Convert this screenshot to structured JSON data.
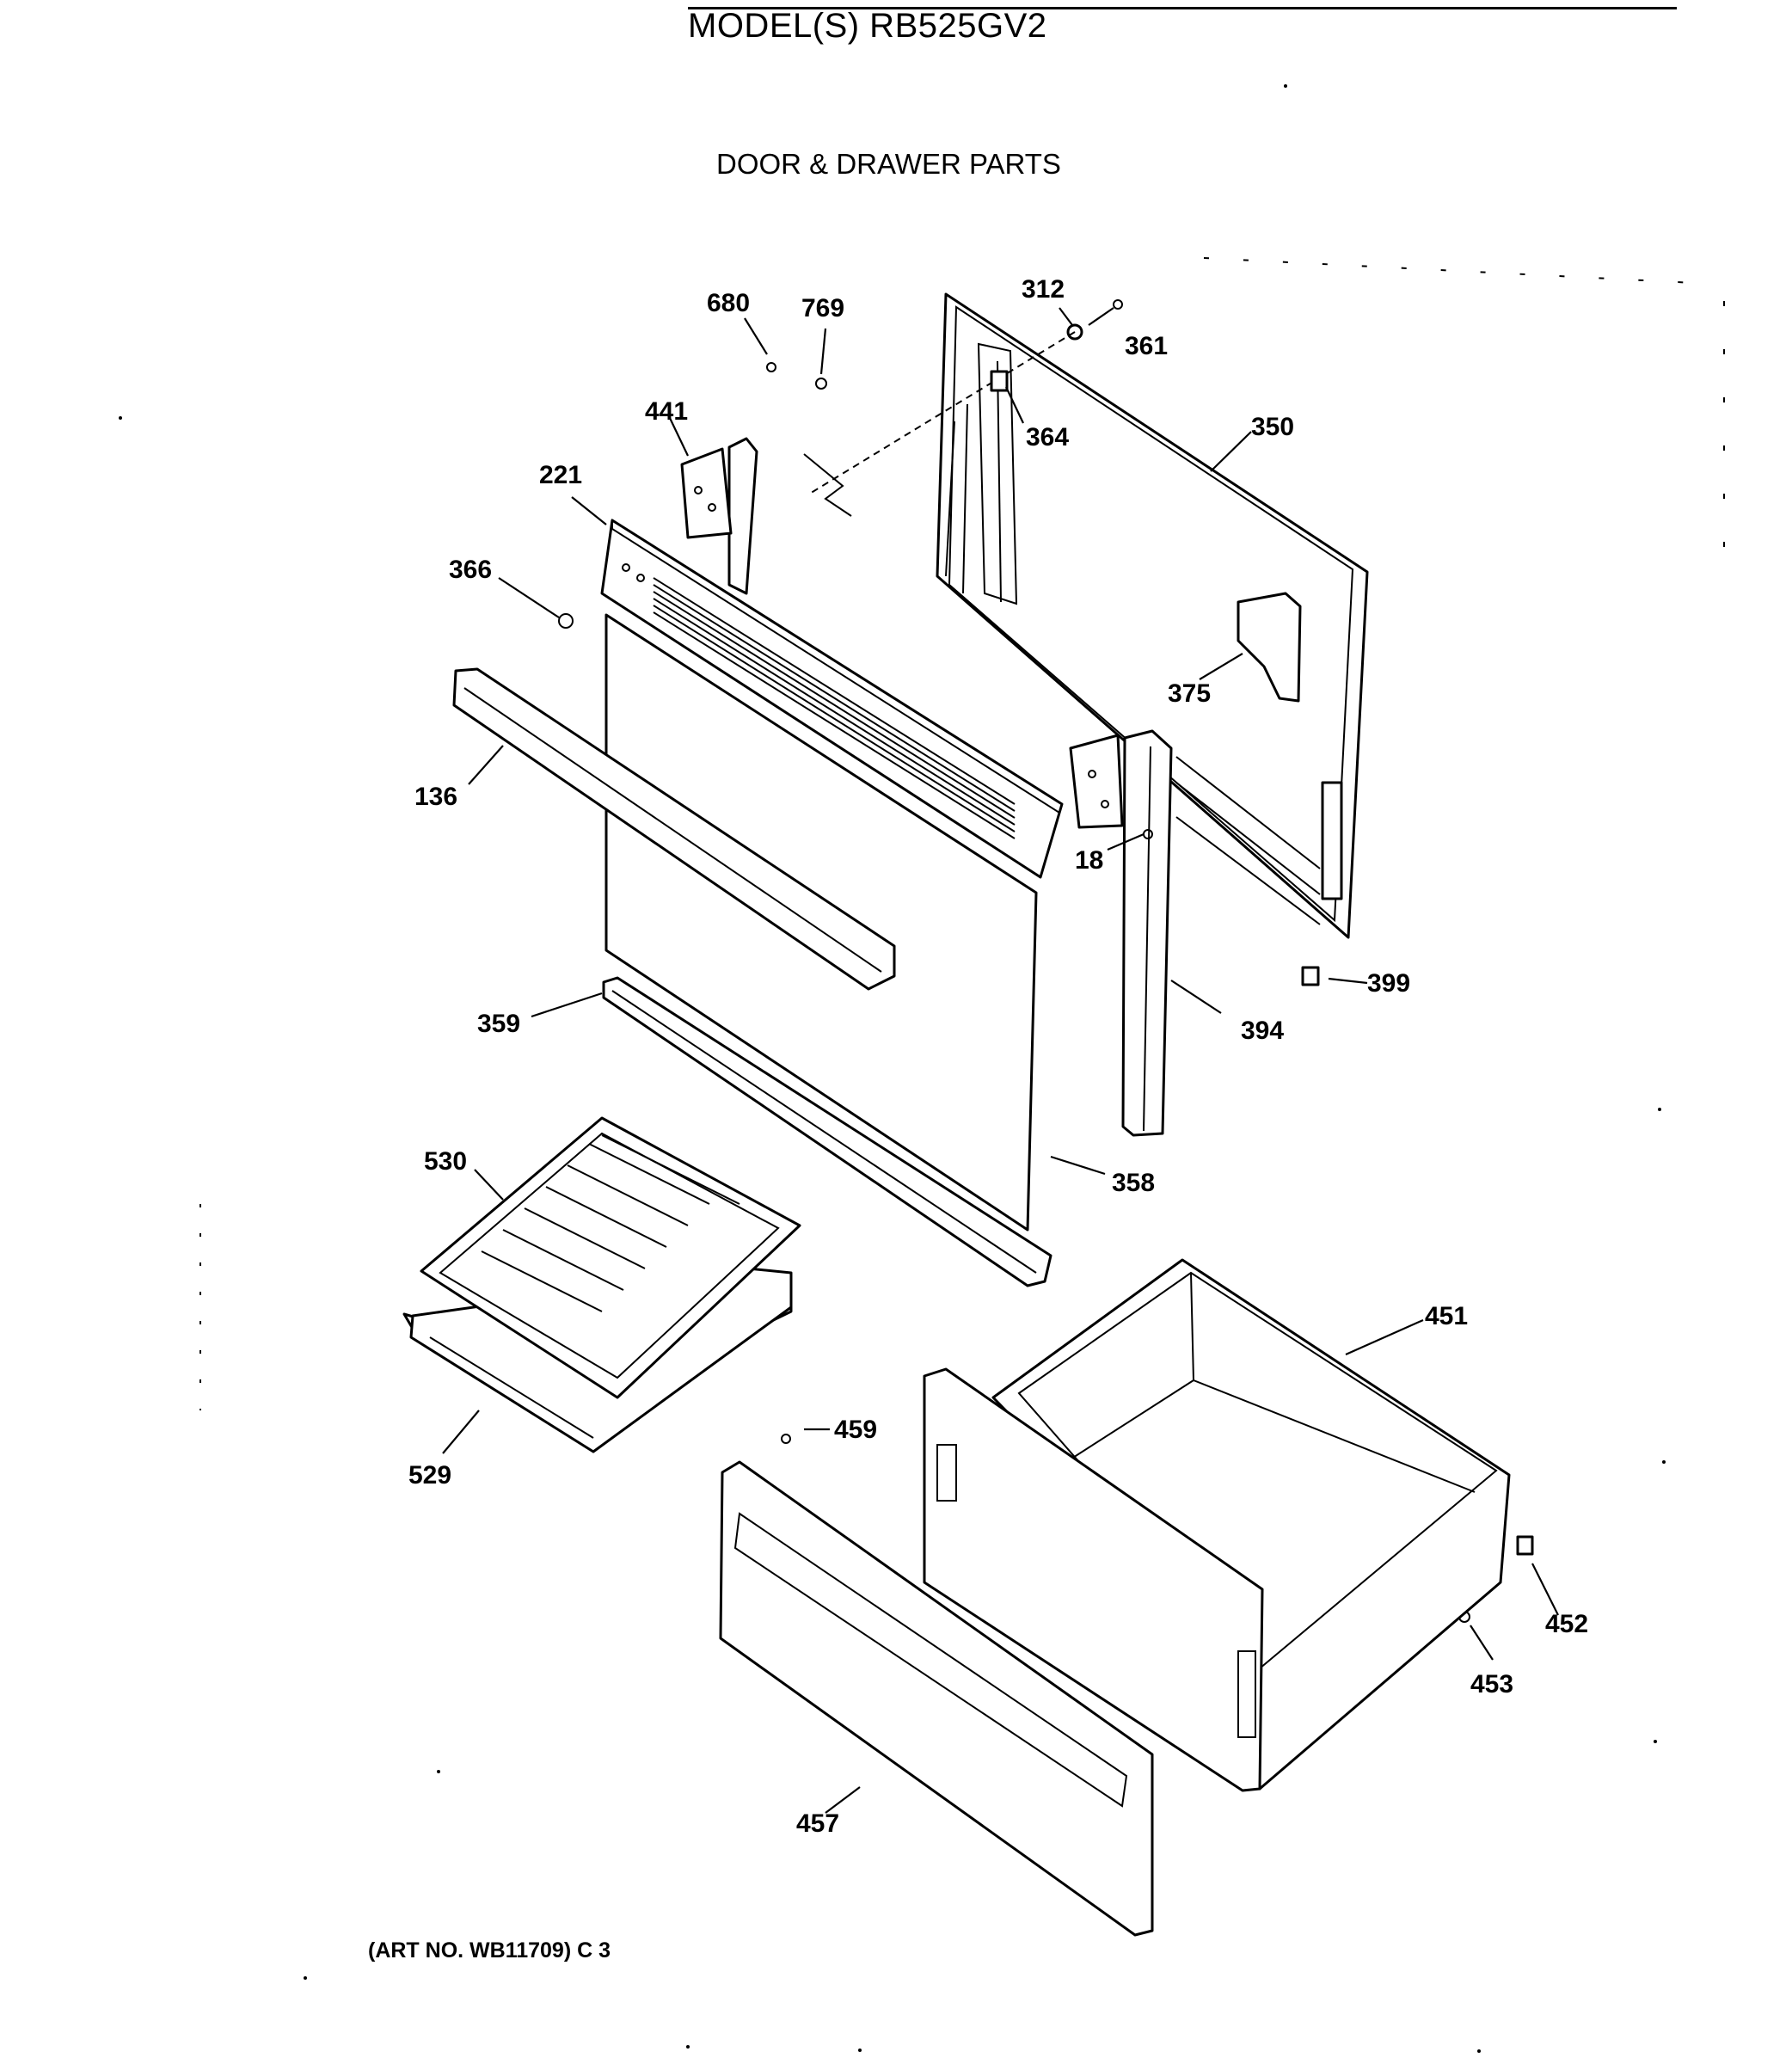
{
  "header": {
    "model": "MODEL(S) RB525GV2",
    "section": "DOOR & DRAWER PARTS"
  },
  "footer": {
    "art_no": "(ART NO. WB11709) C 3"
  },
  "callouts": {
    "c680": "680",
    "c769": "769",
    "c312": "312",
    "c361": "361",
    "c441": "441",
    "c364": "364",
    "c350": "350",
    "c221": "221",
    "c366": "366",
    "c375": "375",
    "c136": "136",
    "c18": "18",
    "c399": "399",
    "c359": "359",
    "c394": "394",
    "c530": "530",
    "c358": "358",
    "c451": "451",
    "c459": "459",
    "c529": "529",
    "c452": "452",
    "c453": "453",
    "c457": "457"
  }
}
